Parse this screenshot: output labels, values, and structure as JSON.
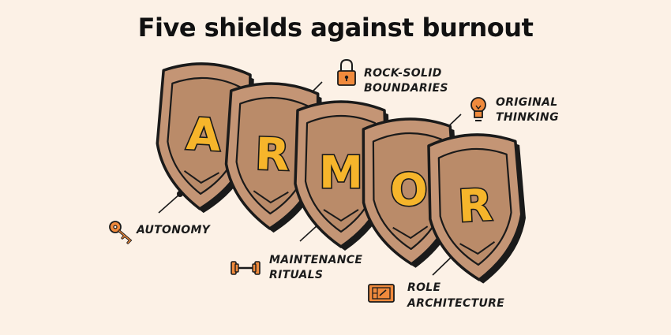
{
  "title": "Five shields against burnout",
  "colors": {
    "background": "#fcf1e6",
    "shield_outer": "#c49575",
    "shield_inner": "#ba8b69",
    "letter_fill": "#f6b52b",
    "icon_orange": "#f08a3c",
    "outline": "#1a1a1a"
  },
  "shields": [
    {
      "letter": "A"
    },
    {
      "letter": "R"
    },
    {
      "letter": "M"
    },
    {
      "letter": "O"
    },
    {
      "letter": "R"
    }
  ],
  "labels": {
    "boundaries": {
      "line1": "ROCK-SOLID",
      "line2": "BOUNDARIES",
      "icon": "padlock-icon"
    },
    "thinking": {
      "line1": "ORIGINAL",
      "line2": "THINKING",
      "icon": "lightbulb-icon"
    },
    "autonomy": {
      "line1": "AUTONOMY",
      "icon": "key-icon"
    },
    "maintenance": {
      "line1": "MAINTENANCE",
      "line2": "RITUALS",
      "icon": "dumbbell-icon"
    },
    "role": {
      "line1": "ROLE",
      "line2": "ARCHITECTURE",
      "icon": "blueprint-icon"
    }
  }
}
